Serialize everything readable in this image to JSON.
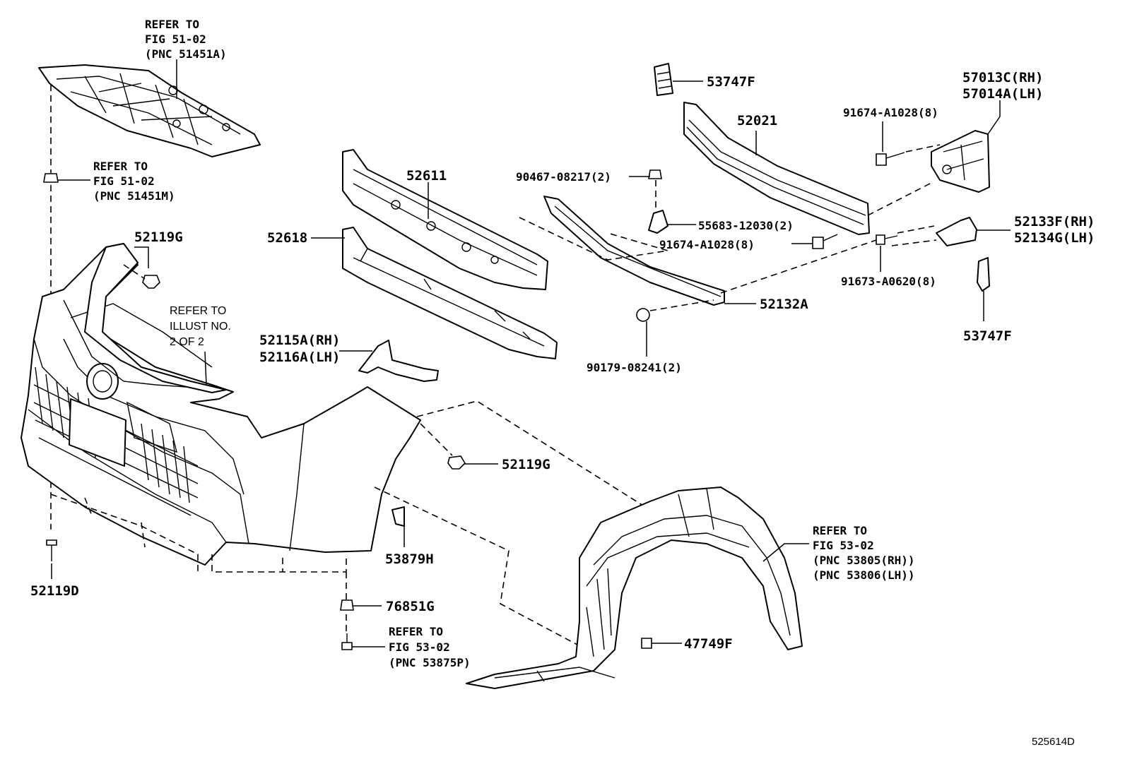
{
  "diagram": {
    "parts": {
      "upper_cover_ref": [
        "REFER TO",
        "FIG 51-02",
        "(PNC 51451A)"
      ],
      "clip_ref": [
        "REFER TO",
        "FIG 51-02",
        "(PNC 51451M)"
      ],
      "illust_ref": [
        "REFER TO",
        "ILLUST NO.",
        "2 OF 2"
      ],
      "liner_ref": [
        "REFER TO",
        "FIG 53-02",
        "(PNC 53805(RH))",
        "(PNC 53806(LH))"
      ],
      "lower_ref": [
        "REFER TO",
        "FIG 53-02",
        "(PNC 53875P)"
      ],
      "p53747F_top": "53747F",
      "p53747F_bottom": "53747F",
      "p52021": "52021",
      "p57013C": "57013C(RH)",
      "p57014A": "57014A(LH)",
      "p91674_top": "91674-A1028(8)",
      "p52611": "52611",
      "p52618": "52618",
      "p90467": "90467-08217(2)",
      "p55683": "55683-12030(2)",
      "p91674_mid": "91674-A1028(8)",
      "p52133F": "52133F(RH)",
      "p52134G": "52134G(LH)",
      "p91673": "91673-A0620(8)",
      "p52132A": "52132A",
      "p90179": "90179-08241(2)",
      "p52119G_top": "52119G",
      "p52115A": "52115A(RH)",
      "p52116A": "52116A(LH)",
      "p52119G_mid": "52119G",
      "p53879H": "53879H",
      "p52119D": "52119D",
      "p76851G": "76851G",
      "p47749F": "47749F"
    },
    "illustration_id": "525614D"
  }
}
